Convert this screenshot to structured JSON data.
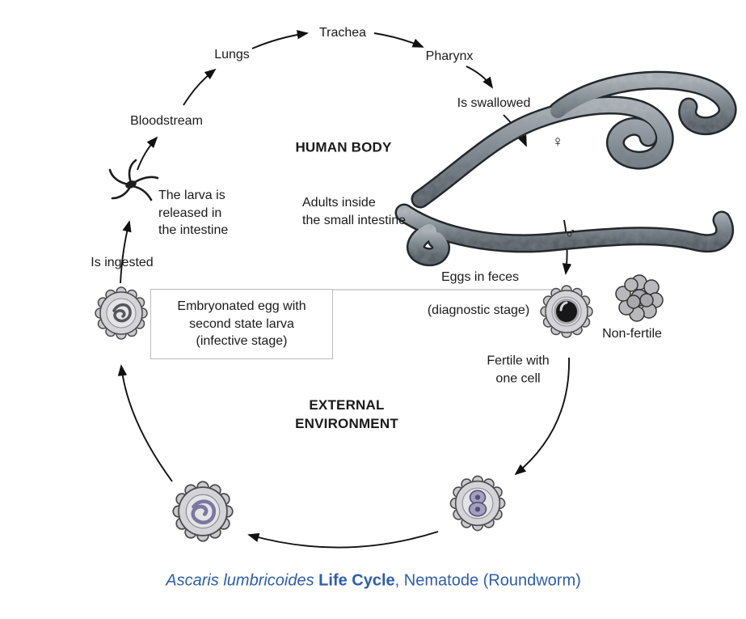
{
  "labels": {
    "trachea": "Trachea",
    "lungs": "Lungs",
    "pharynx": "Pharynx",
    "is_swallowed": "Is swallowed",
    "bloodstream": "Bloodstream",
    "human_body": "HUMAN BODY",
    "larva_released": "The larva is\nreleased in\nthe intestine",
    "adults_inside": "Adults inside\nthe small intestine",
    "is_ingested": "Is ingested",
    "eggs_in_feces": "Eggs in feces",
    "diagnostic_stage": "(diagnostic stage)",
    "infective_box": "Embryonated egg with\nsecond state larva\n(infective stage)",
    "fertile_one_cell": "Fertile with\none cell",
    "non_fertile": "Non-fertile",
    "external_environment": "EXTERNAL\nENVIRONMENT",
    "female_symbol": "♀",
    "male_symbol": "♂"
  },
  "caption": {
    "species": "Ascaris lumbricoides",
    "title_bold": " Life Cycle",
    "suffix": ", Nematode (Roundworm)"
  },
  "colors": {
    "caption_blue": "#2e5ea6",
    "text": "#1a1a1a",
    "egg_shell_gray": "#d3d3d8",
    "egg_content_purple": "#a39fc0",
    "worm_gray": "#79828a",
    "arrow_black": "#111111",
    "box_border_gray": "#bdbdbd"
  }
}
